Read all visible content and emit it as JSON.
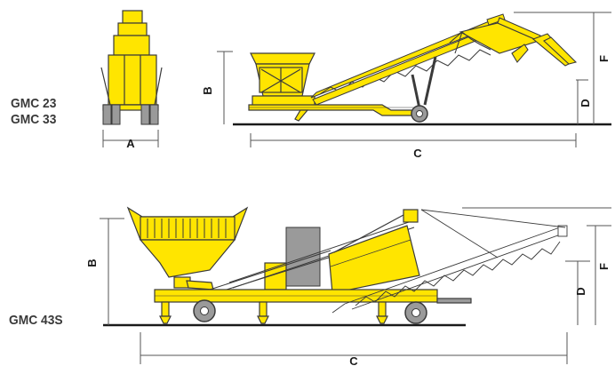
{
  "models": {
    "top_line1": "GMC 23",
    "top_line2": "GMC 33",
    "bottom": "GMC 43S"
  },
  "dimensions": {
    "a": "A",
    "b": "B",
    "c": "C",
    "d": "D",
    "f": "F"
  },
  "colors": {
    "machine_yellow": "#ffe500",
    "outline": "#3a3a3a",
    "ground": "#1a1a1a",
    "dim_line": "#555555",
    "chute_grey": "#9a9a9a"
  }
}
